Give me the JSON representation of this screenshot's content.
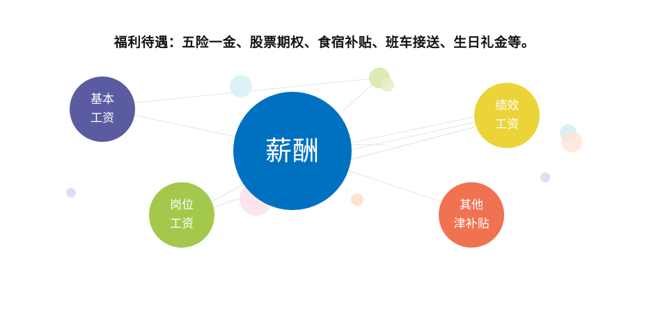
{
  "headline": "福利待遇：五险一金、股票期权、食宿补贴、班车接送、生日礼金等。",
  "diagram": {
    "center": {
      "lines": [
        "薪酬"
      ],
      "color": "#0071c1"
    },
    "nodes": [
      {
        "id": "basic",
        "lines": [
          "基本",
          "工资"
        ],
        "color": "#5b5ba1"
      },
      {
        "id": "perf",
        "lines": [
          "绩效",
          "工资"
        ],
        "color": "#ebd437"
      },
      {
        "id": "post",
        "lines": [
          "岗位",
          "工资"
        ],
        "color": "#a3c84c"
      },
      {
        "id": "other",
        "lines": [
          "其他",
          "津补贴"
        ],
        "color": "#f07250"
      }
    ]
  }
}
